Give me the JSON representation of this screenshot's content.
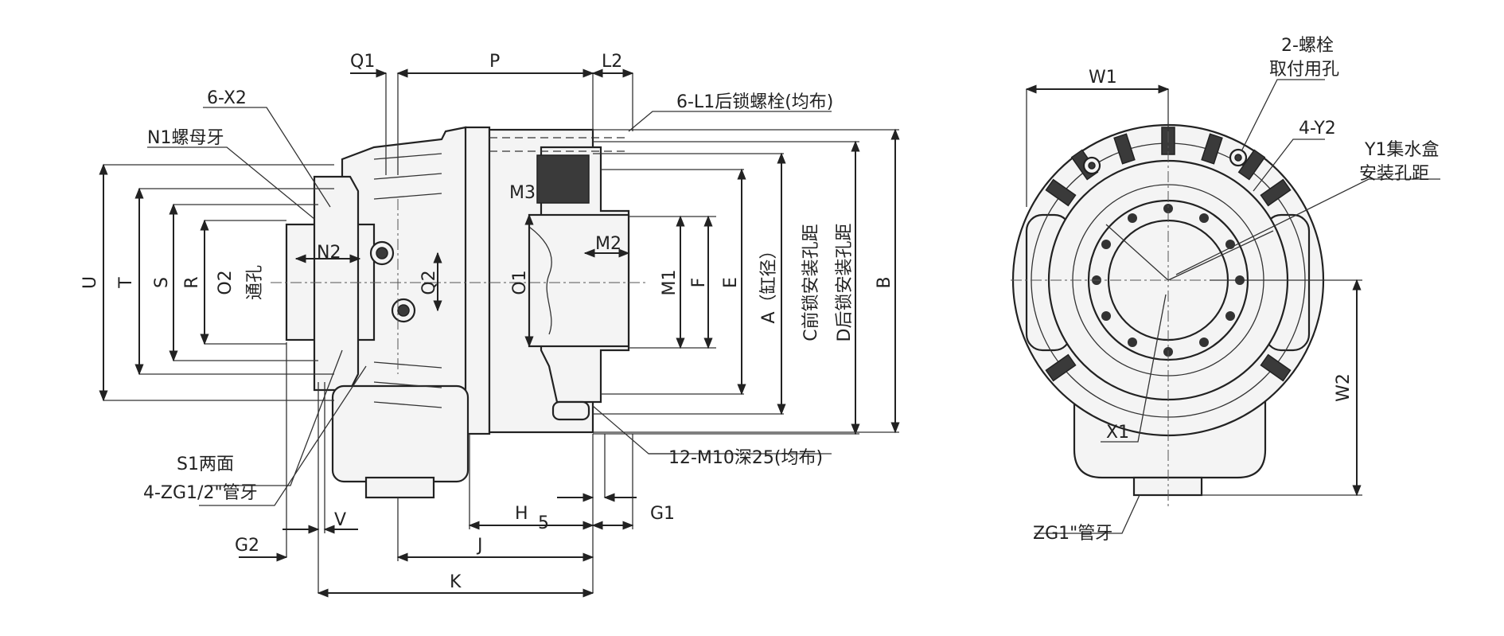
{
  "side_view_labels": {
    "q1": "Q1",
    "p": "P",
    "l2": "L2",
    "x2": "6-X2",
    "l1": "6-L1后锁螺栓(均布)",
    "n1": "N1螺母牙",
    "m3": "M3",
    "u": "U",
    "t": "T",
    "s": "S",
    "r": "R",
    "o2": "O2",
    "tongkong": "通孔",
    "n2": "N2",
    "q2": "Q2",
    "o1": "O1",
    "m2": "M2",
    "m1": "M1",
    "f": "F",
    "e": "E",
    "a": "A（缸径）",
    "c": "C前锁安装孔距",
    "d": "D后锁安装孔距",
    "b": "B",
    "s1": "S1两面",
    "zg12": "4-ZG1/2\"管牙",
    "m10": "12-M10深25(均布)",
    "five": "5",
    "h": "H",
    "g1": "G1",
    "v": "V",
    "g2": "G2",
    "j": "J",
    "k": "K"
  },
  "front_view_labels": {
    "w1": "W1",
    "bolt2_line1": "2-螺栓",
    "bolt2_line2": "取付用孔",
    "y2": "4-Y2",
    "y1_line1": "Y1集水盒",
    "y1_line2": "安装孔距",
    "x1": "X1",
    "w2": "W2",
    "zg1": "ZG1\"管牙"
  }
}
